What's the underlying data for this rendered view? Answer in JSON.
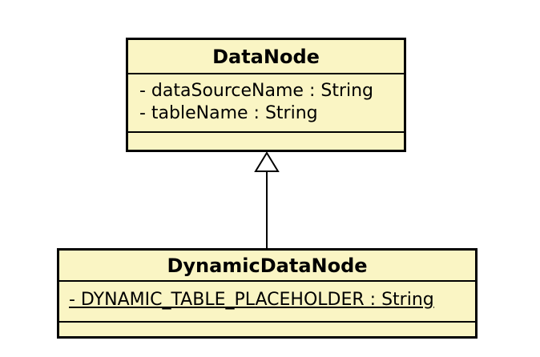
{
  "diagram": {
    "type": "uml-class-diagram",
    "background_color": "#ffffff",
    "class_fill_color": "#faf5c4",
    "class_border_color": "#000000",
    "text_color": "#000000",
    "classes": [
      {
        "name": "DataNode",
        "attributes": [
          "- dataSourceName : String",
          "- tableName : String"
        ],
        "methods": []
      },
      {
        "name": "DynamicDataNode",
        "attributes": [
          "- DYNAMIC_TABLE_PLACEHOLDER : String"
        ],
        "attribute_is_static_underlined": true,
        "methods": []
      }
    ],
    "relationships": [
      {
        "type": "generalization",
        "from": "DynamicDataNode",
        "to": "DataNode",
        "arrowhead": "hollow-triangle"
      }
    ]
  }
}
